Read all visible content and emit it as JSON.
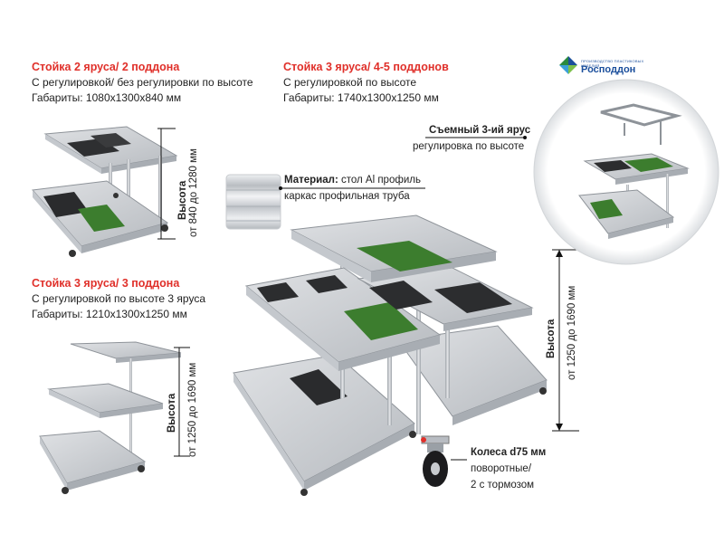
{
  "brand": {
    "name": "Росподдон",
    "tagline": "ПРОИЗВОДСТВО ПЛАСТИКОВЫХ ИЗДЕЛИЙ"
  },
  "product_top_left": {
    "title": "Стойка 2 яруса/ 2 поддона",
    "line1": "С регулировкой/ без регулировки по высоте",
    "line2": "Габариты: 1080х1300х840 мм",
    "height_label": "Высота",
    "height_range": "от 840 до 1280 мм"
  },
  "product_top_center": {
    "title": "Стойка 3 яруса/ 4-5 поддонов",
    "line1": "С регулировкой по высоте",
    "line2": "Габариты: 1740х1300х1250 мм"
  },
  "product_bottom_left": {
    "title": "Стойка 3 яруса/ 3 поддона",
    "line1": "С регулировкой по высоте 3 яруса",
    "line2": "Габариты: 1210х1300х1250 мм",
    "height_label": "Высота",
    "height_range": "от 1250 до 1690 мм"
  },
  "main_rack": {
    "height_label": "Высота",
    "height_range": "от 1250 до 1690 мм"
  },
  "callouts": {
    "removable_tier_bold": "Съемный 3-ий ярус",
    "removable_tier_sub": "регулировка по высоте",
    "material_bold": "Материал:",
    "material_rest": " стол Al профиль",
    "material_line2": "каркас профильная труба",
    "wheels_bold": "Колеса d75 мм",
    "wheels_line2": "поворотные/",
    "wheels_line3": "2 с тормозом"
  },
  "colors": {
    "accent_red": "#e0302a",
    "brand_blue": "#1b4f9c",
    "tray_gray": "#c9ccd0",
    "frame_silver": "#b8bcc2",
    "seedling_green": "#3c7d2e"
  }
}
